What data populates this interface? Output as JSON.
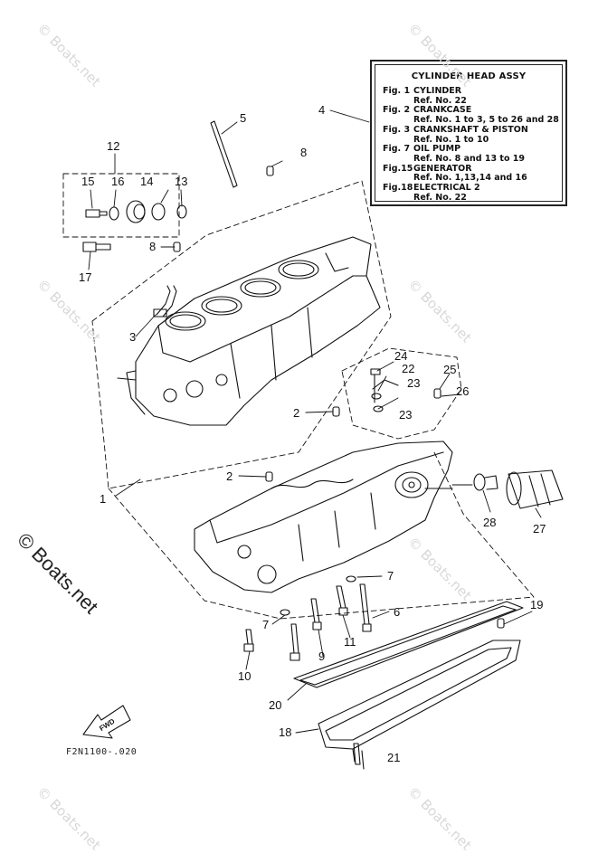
{
  "legend": {
    "title": "CYLINDER HEAD ASSY",
    "entries": [
      {
        "fig": "Fig.  1",
        "name": "CYLINDER",
        "refs": "Ref. No. 22"
      },
      {
        "fig": "Fig.  2",
        "name": "CRANKCASE",
        "refs": "Ref. No. 1 to 3, 5 to 26 and 28"
      },
      {
        "fig": "Fig.  3",
        "name": "CRANKSHAFT & PISTON",
        "refs": "Ref. No. 1 to 10"
      },
      {
        "fig": "Fig.  7",
        "name": "OIL PUMP",
        "refs": "Ref. No. 8 and 13 to 19"
      },
      {
        "fig": "Fig.15",
        "name": "GENERATOR",
        "refs": "Ref. No. 1,13,14 and 16"
      },
      {
        "fig": "Fig.18",
        "name": "ELECTRICAL 2",
        "refs": "Ref. No. 22"
      }
    ]
  },
  "callouts": [
    "1",
    "2",
    "2",
    "3",
    "4",
    "5",
    "6",
    "6",
    "7",
    "7",
    "8",
    "8",
    "9",
    "10",
    "11",
    "12",
    "13",
    "14",
    "15",
    "16",
    "17",
    "18",
    "19",
    "20",
    "21",
    "22",
    "23",
    "23",
    "24",
    "25",
    "26",
    "27",
    "28"
  ],
  "watermark_text": "© Boats.net",
  "brand_text": "© Boats.net",
  "drawing_code": "F2N1100-.020",
  "fwd_label": "FWD"
}
